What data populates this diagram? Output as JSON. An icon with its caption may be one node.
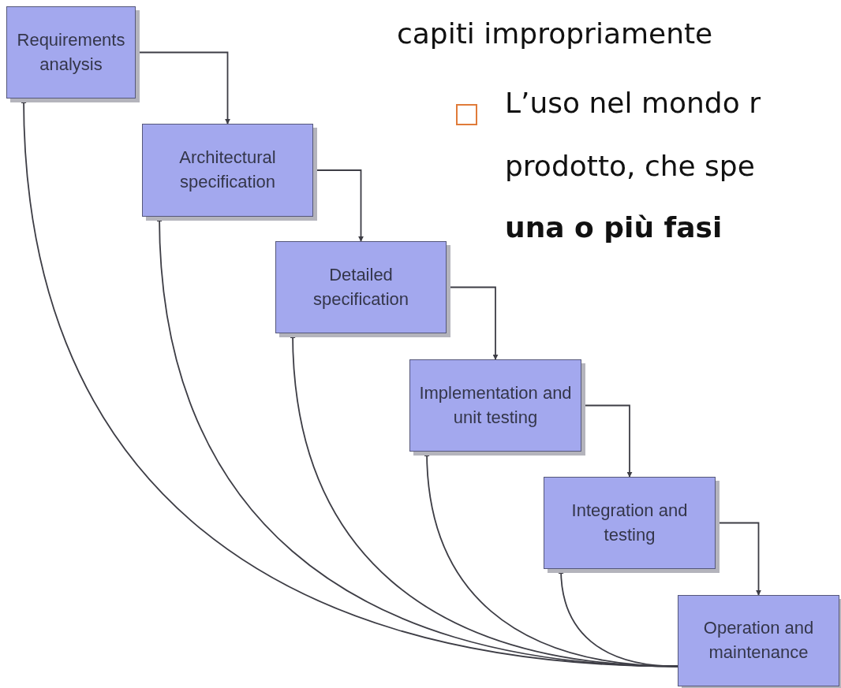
{
  "diagram": {
    "nodes": [
      {
        "text": [
          "Requirements analysis"
        ]
      },
      {
        "text": [
          "Architectural specification"
        ]
      },
      {
        "text": [
          "Detailed specification"
        ]
      },
      {
        "text": [
          "Implementation and unit testing"
        ]
      },
      {
        "text": [
          "Integration and testing"
        ]
      },
      {
        "text": [
          "Operation and maintenance"
        ]
      }
    ],
    "edges": [
      {
        "from": 0,
        "to": 1,
        "arrow": "to"
      },
      {
        "from": 1,
        "to": 2,
        "arrow": "to"
      },
      {
        "from": 2,
        "to": 3,
        "arrow": "to"
      },
      {
        "from": 3,
        "to": 4,
        "arrow": "to"
      },
      {
        "from": 4,
        "to": 5,
        "arrow": "to"
      },
      {
        "from": 5,
        "to": 0,
        "arrow": "to"
      },
      {
        "from": 5,
        "to": 1,
        "arrow": "to"
      },
      {
        "from": 5,
        "to": 2,
        "arrow": "to"
      },
      {
        "from": 5,
        "to": 3,
        "arrow": "to"
      },
      {
        "from": 5,
        "to": 4,
        "arrow": "to"
      }
    ],
    "labels": [
      "capiti impropriamente",
      "L’uso nel mondo r",
      "prodotto, che spe",
      "una o più fasi"
    ]
  }
}
